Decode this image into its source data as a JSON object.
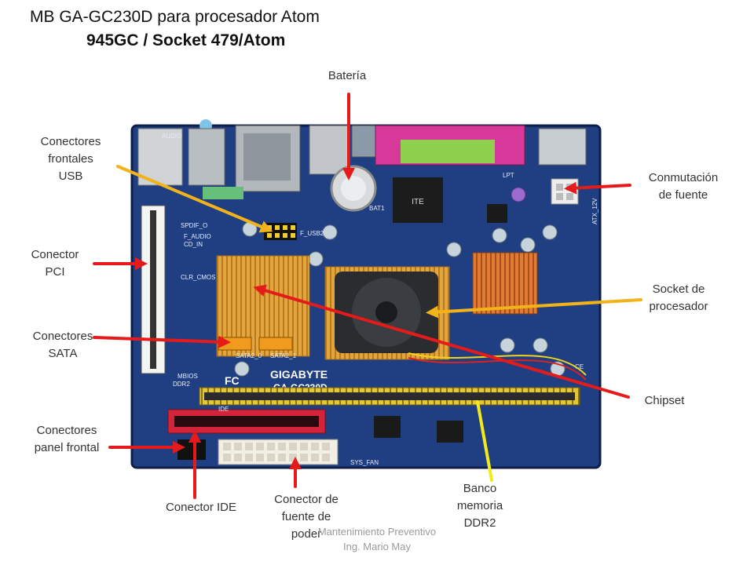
{
  "slide": {
    "title_line1": "MB GA-GC230D para procesador Atom",
    "title_line2": "945GC / Socket 479/Atom"
  },
  "labels": {
    "bateria": "Batería",
    "usb_frontales": "Conectores\nfrontales\nUSB",
    "conmutacion": "Conmutación\nde fuente",
    "pci": "Conector\nPCI",
    "socket": "Socket de\nprocesador",
    "sata": "Conectores\nSATA",
    "chipset": "Chipset",
    "panel_frontal": "Conectores\npanel frontal",
    "ide": "Conector IDE",
    "fuente_poder": "Conector de\nfuente de\npoder",
    "ddr2": "Banco\nmemoria\nDDR2"
  },
  "board": {
    "brand": "GIGABYTE",
    "model": "GA-GC230D",
    "silk": {
      "audio": "AUDIO",
      "spdif": "SPDIF_O",
      "f_audio": "F_AUDIO",
      "cd_in": "CD_IN",
      "clr_cmos": "CLR_CMOS",
      "f_usb": "F_USB2",
      "bat": "BAT1",
      "lpt": "LPT",
      "atx": "ATX_12V",
      "ide": "IDE",
      "ddr2": "DDR2",
      "sata2_0": "SATA2_0",
      "sata2_1": "SATA2_1",
      "sys_fan": "SYS_FAN",
      "bios": "MBIOS",
      "ite": "ITE",
      "fc": "FC",
      "ce": "CE"
    },
    "colors": {
      "pcb": "#1f3f82",
      "heatsink": "#e0a23a",
      "ram_slot": "#d8bd2c",
      "ide": "#d4243a",
      "lpt": "#d8389a",
      "arrow_red": "#e51b1b",
      "arrow_orange": "#f2b21a",
      "arrow_yellow": "#f3ea1a"
    }
  },
  "footer": {
    "text": "Mantenimiento Preventivo\nIng. Mario May"
  }
}
